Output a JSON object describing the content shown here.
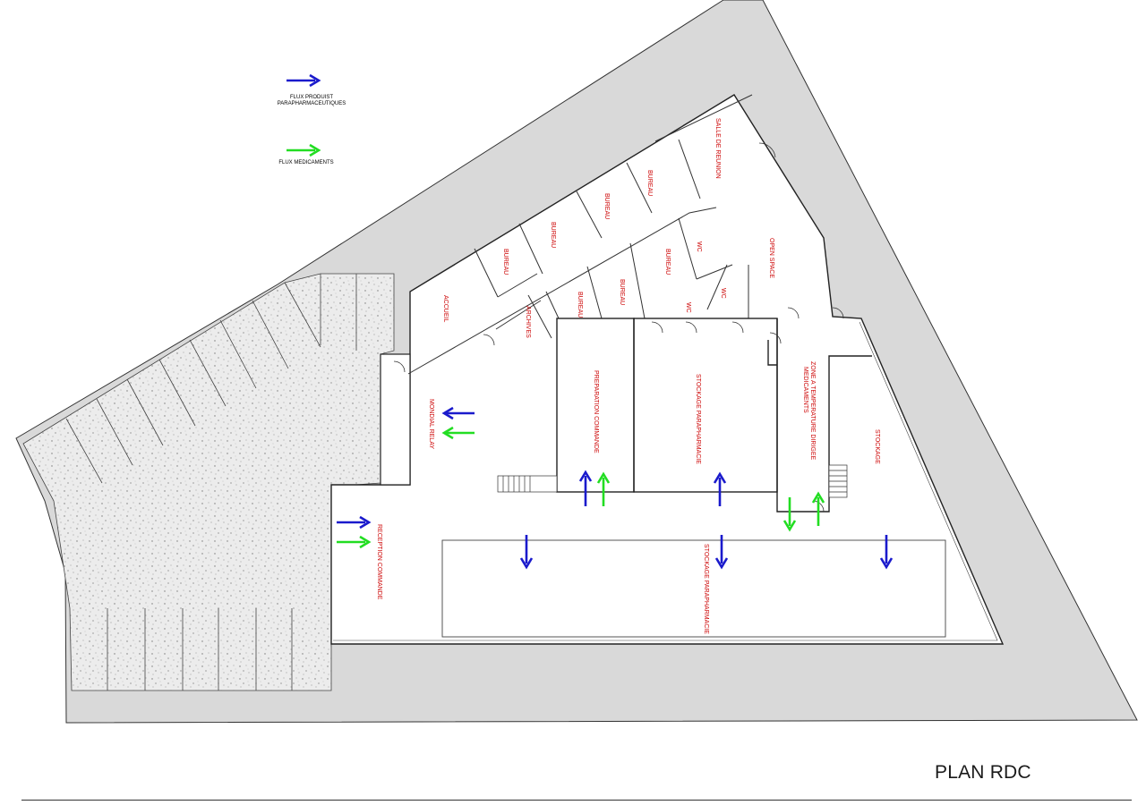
{
  "colors": {
    "site": "#d9d9d9",
    "parking": "#e8e8e8",
    "wall": "#222222",
    "room_label": "#cc0000",
    "flux_para": "#1a1acc",
    "flux_medic": "#22dd22"
  },
  "legend": {
    "para_line1": "FLUX PRODUIST",
    "para_line2": "PARAPHARMACEUTIQUES",
    "medic": "FLUX MEDICAMENTS"
  },
  "rooms": {
    "salle_reunion": "SALLE DE REUNION",
    "bureau_1": "BUREAU",
    "bureau_2": "BUREAU",
    "bureau_3": "BUREAU",
    "bureau_4": "BUREAU",
    "bureau_5": "BUREAU",
    "bureau_6": "BUREAU",
    "bureau_7": "BUREAU",
    "wc_1": "WC",
    "wc_2": "WC",
    "wc_3": "WC",
    "open_space": "OPEN SPACE",
    "accueil": "ACCUEIL",
    "archives": "ARCHIVES",
    "mondial_relay": "MONDIAL RELAY",
    "preparation": "PREPARATION COMMANDE",
    "stockage_para": "STOCKAGE PARAPHARMACIE",
    "zone_temp_1": "ZONE A TEMPERATURE DIRIGEE",
    "zone_temp_2": "MEDICAMENTS",
    "stockage": "STOCKAGE",
    "reception": "RECEPTION COMMANDE",
    "stockage_para_2": "STOCKAGE PARAPHARMACIE"
  },
  "plan_title": "PLAN RDC"
}
